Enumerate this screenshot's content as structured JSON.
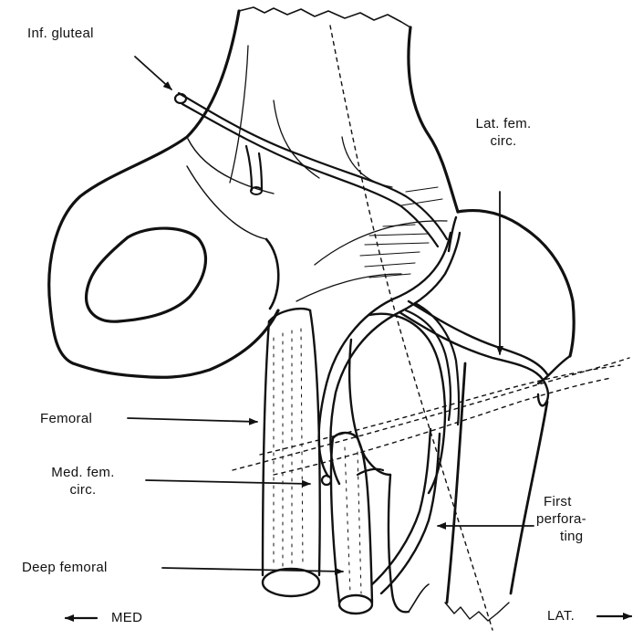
{
  "labels": {
    "inf_gluteal": "Inf. gluteal",
    "lat_fem_circ_1": "Lat. fem.",
    "lat_fem_circ_2": "circ.",
    "femoral": "Femoral",
    "med_fem_circ_1": "Med. fem.",
    "med_fem_circ_2": "circ.",
    "first_perforating_1": "First",
    "first_perforating_2": "perfora-",
    "first_perforating_3": "ting",
    "deep_femoral": "Deep femoral",
    "med": "MED",
    "lat": "LAT."
  },
  "colors": {
    "line": "#111111",
    "background": "#ffffff"
  },
  "icons": {
    "med_arrow": "arrow-left-icon",
    "lat_arrow": "arrow-right-icon"
  }
}
